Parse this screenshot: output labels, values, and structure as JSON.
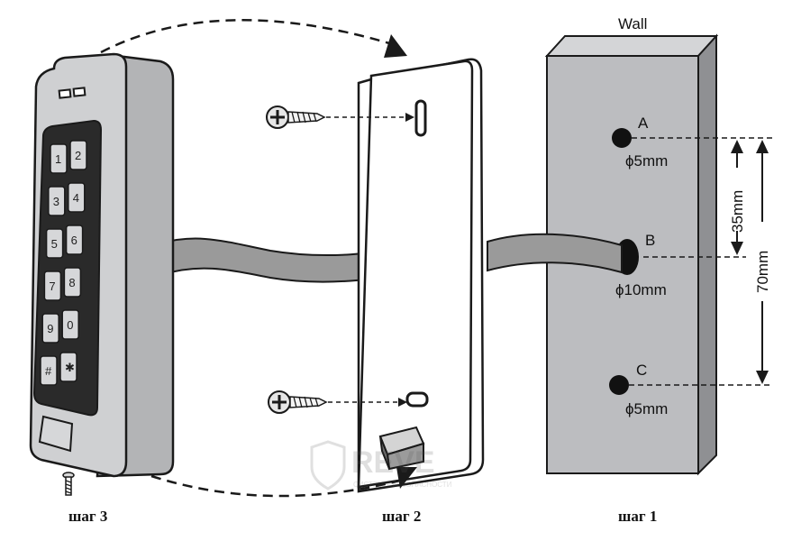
{
  "wall": {
    "label": "Wall"
  },
  "holes": [
    {
      "id": "A",
      "diameter": "ϕ5mm"
    },
    {
      "id": "B",
      "diameter": "ϕ10mm"
    },
    {
      "id": "C",
      "diameter": "ϕ5mm"
    }
  ],
  "dimensions": {
    "ab": "35mm",
    "ac": "70mm"
  },
  "steps": {
    "step1": "шаг 1",
    "step2": "шаг 2",
    "step3": "шаг 3"
  },
  "keypad": {
    "keys": [
      "1",
      "2",
      "3",
      "4",
      "5",
      "6",
      "7",
      "8",
      "9",
      "0",
      "#",
      "✱"
    ]
  },
  "watermark": {
    "brand": "REVE",
    "tagline": "СИСТЕМЫ БЕЗОПАСНОСТИ"
  },
  "colors": {
    "wall": "#bcbdc0",
    "cable": "#9a9a9a",
    "outline": "#1a1a1a",
    "device": "#cfd0d2"
  }
}
